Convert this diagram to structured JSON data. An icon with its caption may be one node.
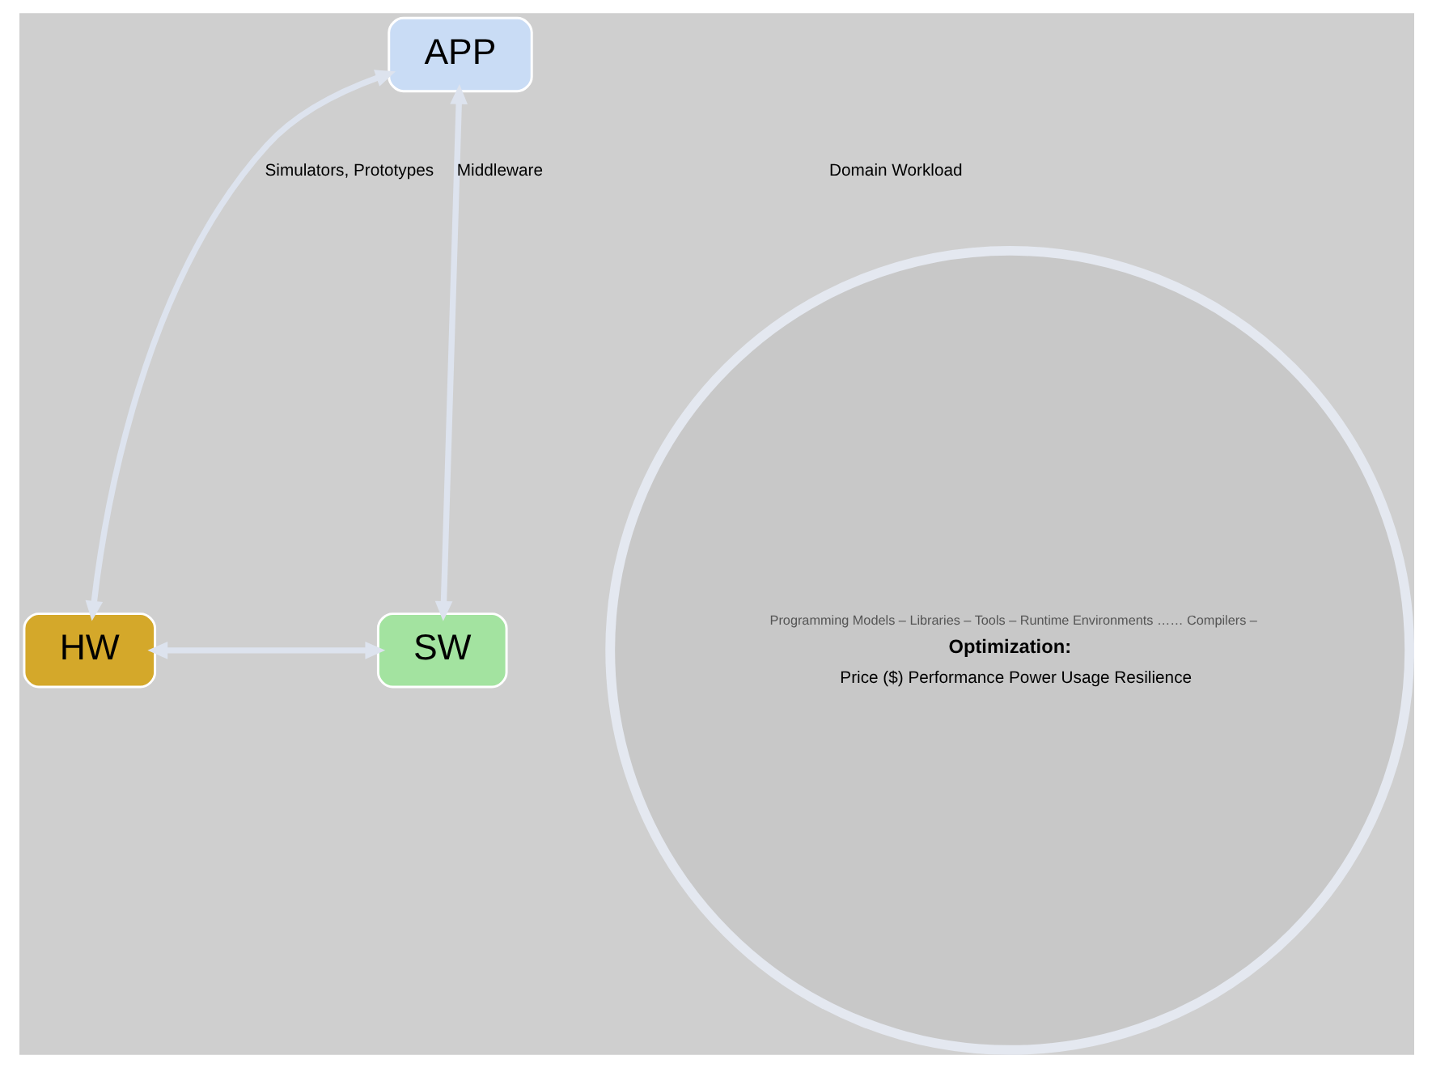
{
  "diagram": {
    "nodes": [
      {
        "text": [
          "APP"
        ]
      },
      {
        "text": [
          "HW"
        ]
      },
      {
        "text": [
          "SW"
        ]
      },
      {
        "text": [
          "Programming Models – Libraries – Tools – Runtime Environments …… Compilers –",
          "Optimization:",
          "Price ($) Performance Power Usage Resilience"
        ]
      }
    ],
    "edges": [
      {
        "from": 0,
        "to": 1,
        "arrow": "both",
        "label": "Simulators, Prototypes"
      },
      {
        "from": 0,
        "to": 2,
        "arrow": "both",
        "label": "Middleware"
      },
      {
        "from": 1,
        "to": 2,
        "arrow": "both"
      }
    ],
    "labels": [
      "Domain Workload"
    ]
  }
}
